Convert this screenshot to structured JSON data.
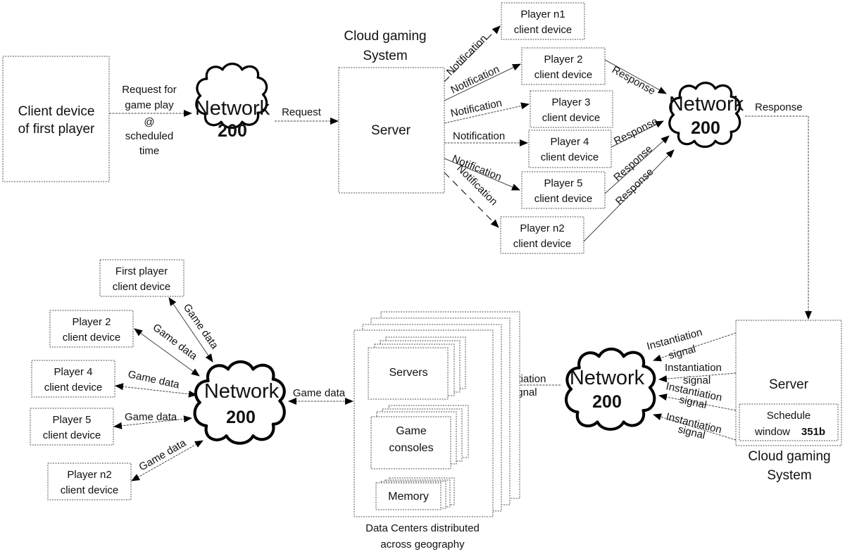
{
  "diagram": {
    "top_flow": {
      "first_client": {
        "line1": "Client device",
        "line2": "of first player"
      },
      "request_label": [
        "Request for",
        "game play",
        "@",
        "scheduled",
        "time"
      ],
      "network1": {
        "name": "Network",
        "number": "200"
      },
      "request": "Request",
      "cloud_system_title": [
        "Cloud gaming",
        "System"
      ],
      "server": "Server",
      "notification": "Notification",
      "players": [
        {
          "line1": "Player n1",
          "line2": "client device"
        },
        {
          "line1": "Player 2",
          "line2": "client device"
        },
        {
          "line1": "Player 3",
          "line2": "client device"
        },
        {
          "line1": "Player 4",
          "line2": "client device"
        },
        {
          "line1": "Player 5",
          "line2": "client device"
        },
        {
          "line1": "Player n2",
          "line2": "client device"
        }
      ],
      "response": "Response",
      "network2": {
        "name": "Network",
        "number": "200"
      }
    },
    "bottom_flow": {
      "cloud_system_title": [
        "Cloud gaming",
        "System"
      ],
      "server": "Server",
      "schedule_window": {
        "line1": "Schedule",
        "line2": "window",
        "ref": "351b"
      },
      "instantiation": {
        "line1": "Instantiation",
        "line2": "signal"
      },
      "network3": {
        "name": "Network",
        "number": "200"
      },
      "data_centers": {
        "servers": "Servers",
        "game_consoles": [
          "Game",
          "consoles"
        ],
        "memory": "Memory",
        "caption": [
          "Data Centers distributed",
          "across geography"
        ]
      },
      "game_data": "Game data",
      "network4": {
        "name": "Network",
        "number": "200"
      },
      "clients": [
        {
          "line1": "First player",
          "line2": "client device"
        },
        {
          "line1": "Player 2",
          "line2": "client device"
        },
        {
          "line1": "Player 4",
          "line2": "client device"
        },
        {
          "line1": "Player 5",
          "line2": "client device"
        },
        {
          "line1": "Player n2",
          "line2": "client device"
        }
      ]
    }
  }
}
